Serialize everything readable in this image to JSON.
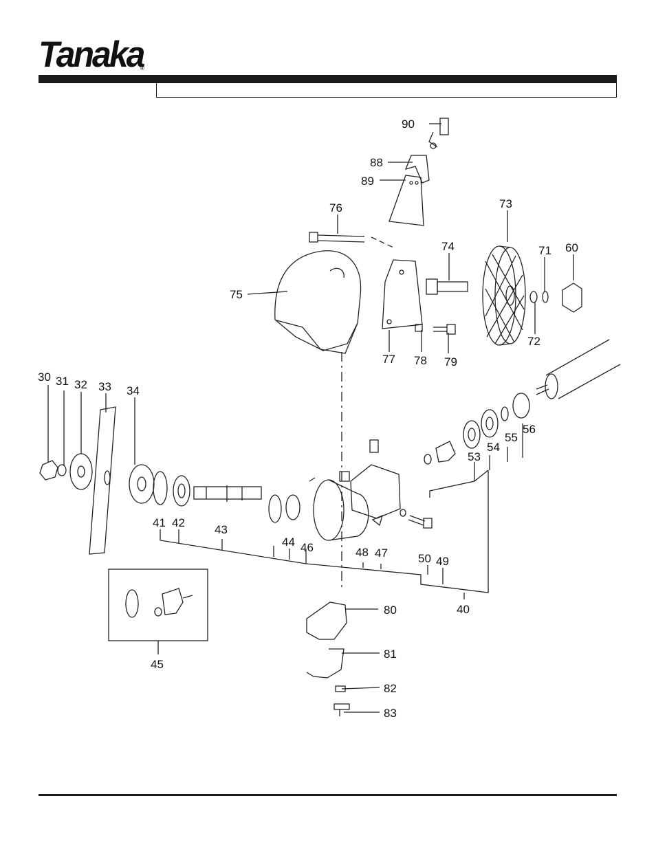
{
  "brand": {
    "name": "Tanaka",
    "reg": "®"
  },
  "parts": [
    {
      "id": "p90",
      "label": "90"
    },
    {
      "id": "p88",
      "label": "88"
    },
    {
      "id": "p89",
      "label": "89"
    },
    {
      "id": "p76",
      "label": "76"
    },
    {
      "id": "p73",
      "label": "73"
    },
    {
      "id": "p74",
      "label": "74"
    },
    {
      "id": "p71",
      "label": "71"
    },
    {
      "id": "p60",
      "label": "60"
    },
    {
      "id": "p75",
      "label": "75"
    },
    {
      "id": "p72",
      "label": "72"
    },
    {
      "id": "p77",
      "label": "77"
    },
    {
      "id": "p78",
      "label": "78"
    },
    {
      "id": "p79",
      "label": "79"
    },
    {
      "id": "p30",
      "label": "30"
    },
    {
      "id": "p31",
      "label": "31"
    },
    {
      "id": "p32",
      "label": "32"
    },
    {
      "id": "p33",
      "label": "33"
    },
    {
      "id": "p34",
      "label": "34"
    },
    {
      "id": "p56",
      "label": "56"
    },
    {
      "id": "p55",
      "label": "55"
    },
    {
      "id": "p54",
      "label": "54"
    },
    {
      "id": "p53",
      "label": "53"
    },
    {
      "id": "p41",
      "label": "41"
    },
    {
      "id": "p42",
      "label": "42"
    },
    {
      "id": "p43",
      "label": "43"
    },
    {
      "id": "p44",
      "label": "44"
    },
    {
      "id": "p46",
      "label": "46"
    },
    {
      "id": "p48",
      "label": "48"
    },
    {
      "id": "p47",
      "label": "47"
    },
    {
      "id": "p50",
      "label": "50"
    },
    {
      "id": "p49",
      "label": "49"
    },
    {
      "id": "p40",
      "label": "40"
    },
    {
      "id": "p80",
      "label": "80"
    },
    {
      "id": "p45",
      "label": "45"
    },
    {
      "id": "p81",
      "label": "81"
    },
    {
      "id": "p82",
      "label": "82"
    },
    {
      "id": "p83",
      "label": "83"
    }
  ]
}
